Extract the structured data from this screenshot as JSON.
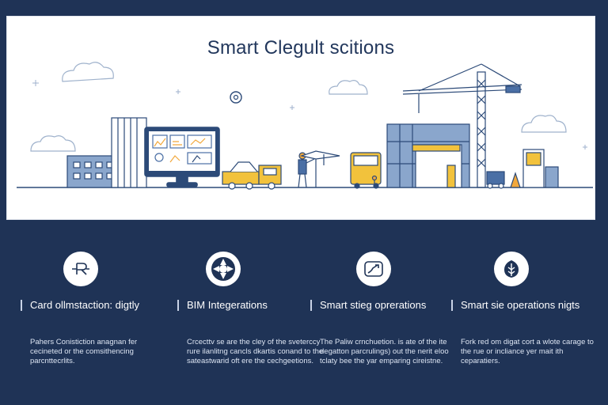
{
  "hero": {
    "title": "Smart Clegult scitions"
  },
  "monitor": {
    "screen_icons": [
      "chart-icon",
      "tools-icon",
      "worker-icon"
    ]
  },
  "colors": {
    "background": "#1f3356",
    "hero_bg": "#ffffff",
    "accent_yellow": "#f2c23c",
    "accent_blue": "#4a6fa5",
    "outline": "#2c4a78"
  },
  "features": [
    {
      "icon": "r-logo-icon",
      "title": "Card ollmstaction: digtly",
      "desc": "Pahers Conistiction anagnan fer cecineted or the comsithencing parcnttecrlits."
    },
    {
      "icon": "bim-cube-icon",
      "title": "BIM Integerations",
      "desc": "Crcecttv se are the cley of the sveterccy rure ilanlitng cancls dkartis conand to the sateastwarid oft ere the cechgeetions."
    },
    {
      "icon": "chart-trend-icon",
      "title": "Smart stieg oprerations",
      "desc": "The Paliw crnchuetion. is ate of the ite degatton parcrulings) out the nerit eloo tclaty bee the yar emparing cireistne."
    },
    {
      "icon": "leaf-shield-icon",
      "title": "Smart sie operations nigts",
      "desc": "Fork red om digat cort a wlote carage to the rue or incliance yer mait ith ceparatiers."
    }
  ]
}
